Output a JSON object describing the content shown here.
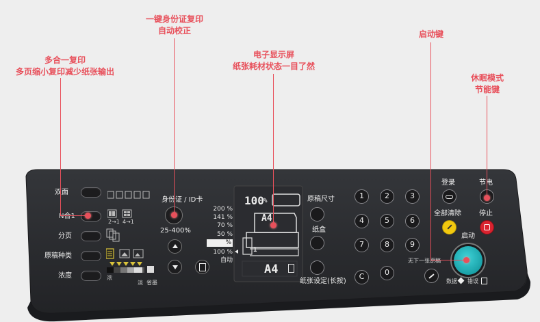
{
  "callouts": {
    "idcard": {
      "line1": "一键身份证复印",
      "line2": "自动校正"
    },
    "nup": {
      "line1": "多合一复印",
      "line2": "多页缩小复印减少纸张输出"
    },
    "lcd": {
      "line1": "电子显示屏",
      "line2": "纸张耗材状态一目了然"
    },
    "start": {
      "line1": "启动键"
    },
    "sleep": {
      "line1": "休眠模式",
      "line2": "节能键"
    }
  },
  "panel": {
    "left_buttons": [
      "双面",
      "N合1",
      "分页",
      "原稿种类",
      "浓度"
    ],
    "nup_sublabels": [
      "2→1",
      "4→1"
    ],
    "density_labels": {
      "dark": "浓",
      "light": "淡",
      "toner_save": "省墨"
    },
    "id_card_label": "身份证 / ID卡",
    "zoom_range": "25-400%",
    "zoom_levels": [
      "200 %",
      "141 %",
      "70 %",
      "50 %",
      "%",
      "100 %",
      "自动"
    ],
    "lcd": {
      "count": "100",
      "count_unit": "%",
      "paper_size": "A4",
      "tray_num": "1"
    },
    "paper_buttons": [
      "原稿尺寸",
      "纸盒",
      "纸张设定(长按)"
    ],
    "keypad": [
      "1",
      "2",
      "3",
      "4",
      "5",
      "6",
      "7",
      "8",
      "9",
      "C",
      "0"
    ],
    "right": {
      "login": "登录",
      "power_save": "节电",
      "clear_all": "全部清除",
      "stop": "停止",
      "start": "启动",
      "no_next_original": "无下一张原稿",
      "data": "数据",
      "error": "错误"
    }
  }
}
